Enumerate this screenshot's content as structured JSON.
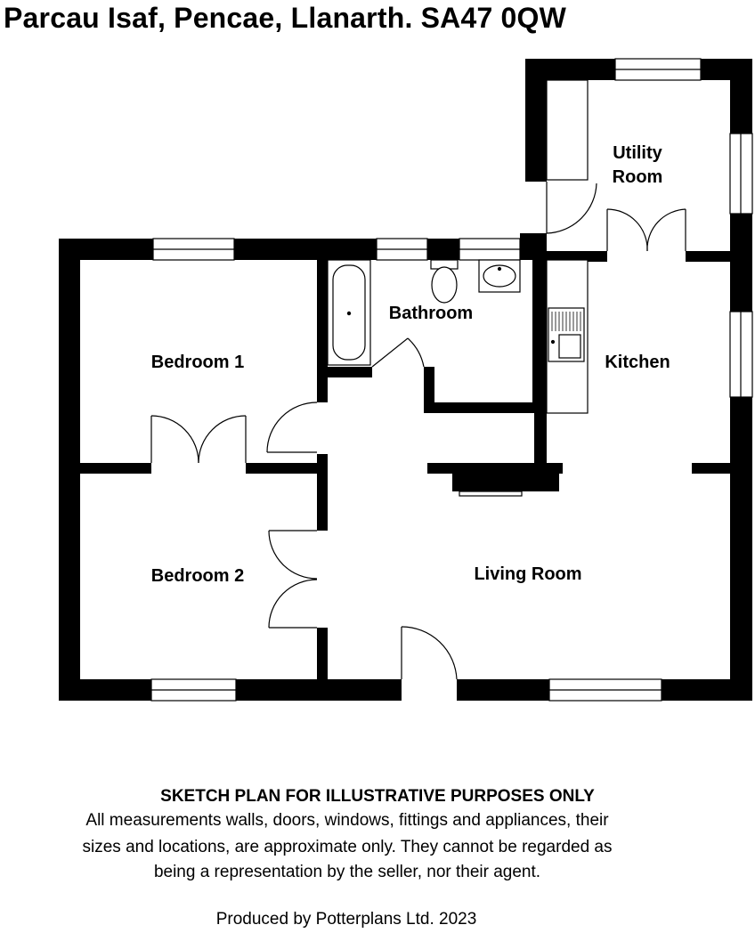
{
  "title": "Parcau Isaf, Pencae, Llanarth. SA47 0QW",
  "rooms": {
    "utility_line1": "Utility",
    "utility_line2": "Room",
    "bathroom": "Bathroom",
    "bedroom1": "Bedroom 1",
    "kitchen": "Kitchen",
    "bedroom2": "Bedroom 2",
    "living": "Living Room"
  },
  "disclaimer": {
    "heading": "SKETCH PLAN FOR ILLUSTRATIVE PURPOSES ONLY",
    "line1": "All measurements walls, doors, windows, fittings and appliances, their",
    "line2": "sizes and locations, are approximate only. They cannot be regarded as",
    "line3": "being a representation by the seller, nor their agent."
  },
  "producer": "Produced by Potterplans Ltd. 2023",
  "colors": {
    "wall": "#000000",
    "background": "#ffffff",
    "fixture_stroke": "#000000"
  }
}
